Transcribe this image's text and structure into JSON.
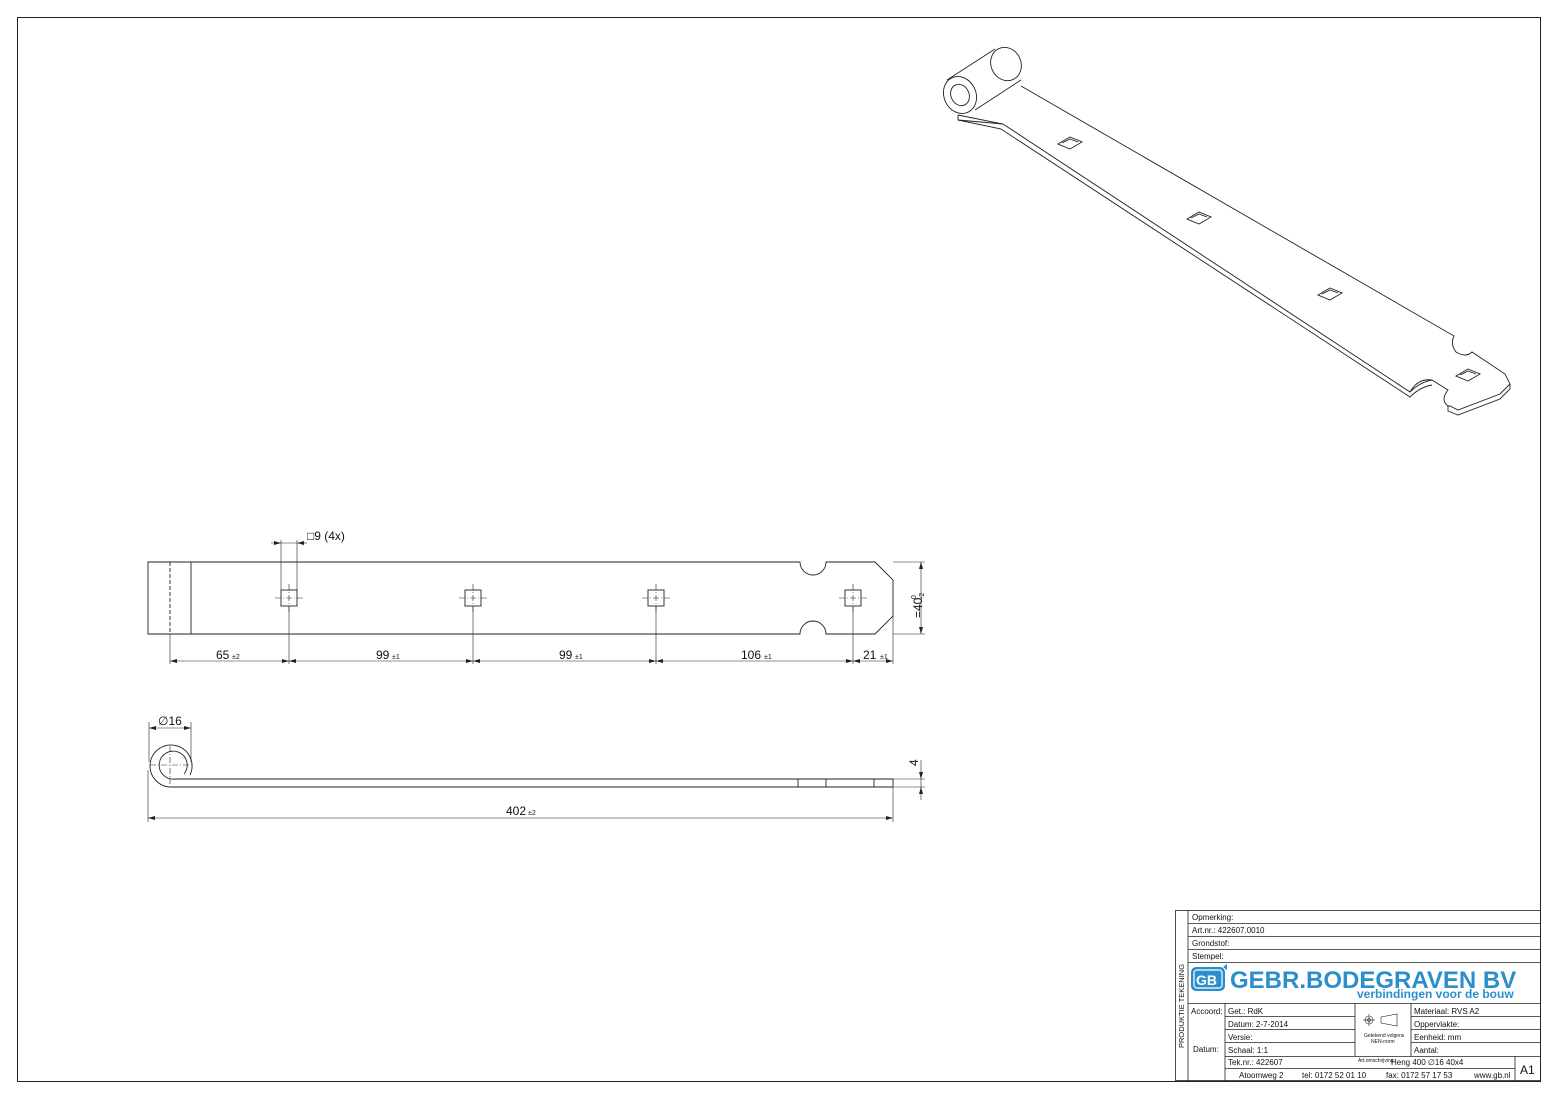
{
  "top_view": {
    "square_hole_label": "□9 (4x)",
    "width_dim": "=40",
    "width_tol_upper": "0",
    "width_tol_lower": "-2",
    "dims": [
      {
        "value": "65",
        "tol": "±2"
      },
      {
        "value": "99",
        "tol": "±1"
      },
      {
        "value": "99",
        "tol": "±1"
      },
      {
        "value": "106",
        "tol": "±1"
      },
      {
        "value": "21",
        "tol": "±1"
      }
    ]
  },
  "side_view": {
    "diameter_label": "∅16",
    "thickness_label": "4",
    "length_value": "402",
    "length_tol": "±2"
  },
  "title_block": {
    "vertical_label": "PRODUKTIE TEKENING",
    "opmerking": "Opmerking:",
    "art_nr": "Art.nr.:  422607.0010",
    "grondstof": "Grondstof:",
    "stempel": "Stempel:",
    "company_name": "GEBR.BODEGRAVEN BV",
    "company_tagline": "verbindingen voor de bouw",
    "logo_letters": "GB",
    "accoord": "Accoord:",
    "datum_label": "Datum:",
    "get": "Get.: RdK",
    "datum": "Datum: 2-7-2014",
    "versie": "Versie:",
    "schaal": "Schaal: 1:1",
    "tek_nr": "Tek.nr.: 422607",
    "getekend_1": "Getekend volgens",
    "getekend_2": "NEN-norm",
    "art_omschrijving_label": "Art.omschrijving:",
    "art_omschrijving": "Heng 400  ∅16  40x4",
    "materiaal": "Materiaal: RVS A2",
    "oppervlakte": "Oppervlakte:",
    "eenheid": "Eenheid: mm",
    "aantal": "Aantal:",
    "sheet_size": "A1",
    "address": "Atoomweg 2",
    "tel": "tel: 0172 52 01 10",
    "fax": "fax: 0172 57 17 53",
    "web": "www.gb.nl"
  }
}
